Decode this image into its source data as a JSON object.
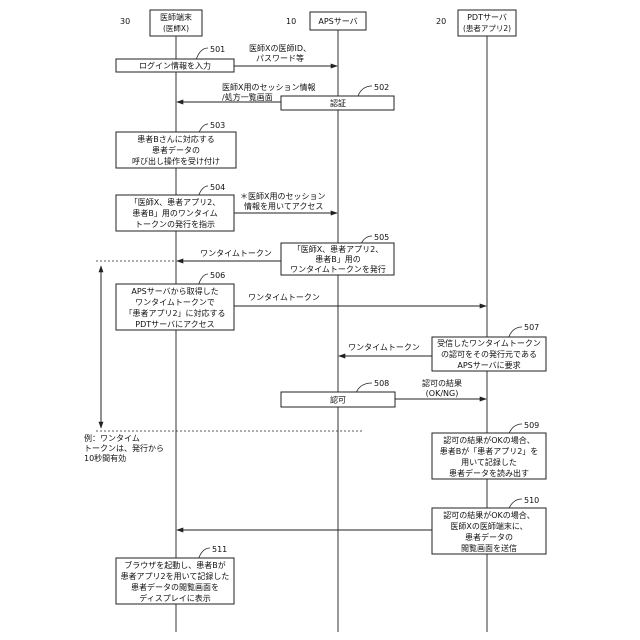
{
  "participants": {
    "terminal": {
      "ref": "30",
      "name": "医師端末",
      "sub": "(医師X)"
    },
    "aps": {
      "ref": "10",
      "name": "APSサーバ"
    },
    "pdt": {
      "ref": "20",
      "name": "PDTサーバ",
      "sub": "(患者アプリ2)"
    }
  },
  "steps": {
    "s501": {
      "ref": "501",
      "text": "ログイン情報を入力",
      "note": [
        "医師Xの医師ID、",
        "パスワード等"
      ]
    },
    "s502": {
      "ref": "502",
      "text": "認証",
      "note": [
        "医師X用のセッション情報",
        "/処方一覧画面"
      ]
    },
    "s503": {
      "ref": "503",
      "lines": [
        "患者Bさんに対応する",
        "患者データの",
        "呼び出し操作を受け付け"
      ]
    },
    "s504": {
      "ref": "504",
      "lines": [
        "「医師X、患者アプリ2、",
        "患者B」用のワンタイム",
        "トークンの発行を指示"
      ],
      "note": [
        "＊医師X用のセッション",
        "情報を用いてアクセス"
      ]
    },
    "s505": {
      "ref": "505",
      "lines": [
        "「医師X、患者アプリ2、",
        "患者B」用の",
        "ワンタイムトークンを発行"
      ],
      "note": "ワンタイムトークン"
    },
    "s506": {
      "ref": "506",
      "lines": [
        "APSサーバから取得した",
        "ワンタイムトークンで",
        "「患者アプリ2」に対応する",
        "PDTサーバにアクセス"
      ],
      "note": "ワンタイムトークン"
    },
    "s507": {
      "ref": "507",
      "lines": [
        "受信したワンタイムトークン",
        "の認可をその発行元である",
        "APSサーバに要求"
      ],
      "note": "ワンタイムトークン"
    },
    "s508": {
      "ref": "508",
      "text": "認可",
      "note": [
        "認可の結果",
        "(OK/NG)"
      ]
    },
    "s509": {
      "ref": "509",
      "lines": [
        "認可の結果がOKの場合、",
        "患者Bが「患者アプリ2」を",
        "用いて記録した",
        "患者データを読み出す"
      ]
    },
    "s510": {
      "ref": "510",
      "lines": [
        "認可の結果がOKの場合、",
        "医師Xの医師端末に、",
        "患者データの",
        "閲覧画面を送信"
      ]
    },
    "s511": {
      "ref": "511",
      "lines": [
        "ブラウザを起動し、患者Bが",
        "患者アプリ2を用いて記録した",
        "患者データの閲覧画面を",
        "ディスプレイに表示"
      ]
    }
  },
  "validity_note": [
    "例：ワンタイム",
    "トークンは、発行から",
    "10秒間有効"
  ]
}
